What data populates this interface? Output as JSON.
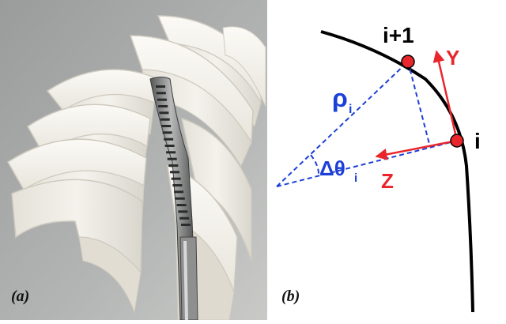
{
  "panels": {
    "a": {
      "caption": "(a)",
      "image": "3D-printed curved guide segments around a notched surgical instrument"
    },
    "b": {
      "caption": "(b)",
      "point_i": "i",
      "point_i1": "i+1",
      "rho": "ρ",
      "rho_sub": "i",
      "delta_theta": "Δθ",
      "delta_theta_sub": "i",
      "axis_y": "Y",
      "axis_z": "Z"
    }
  },
  "colors": {
    "curve": "#000000",
    "points": "#e8262b",
    "arrows": "#e8262b",
    "dashed": "#1c3fd8",
    "label_blue": "#1c3fd8",
    "label_red": "#e8262b"
  }
}
